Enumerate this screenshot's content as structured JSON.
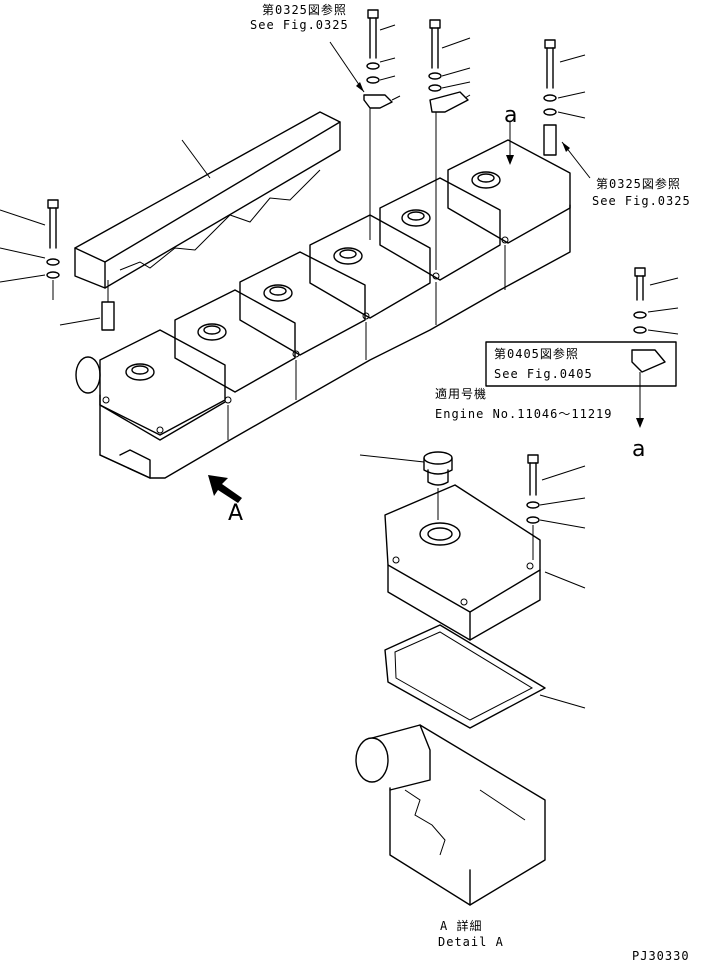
{
  "callouts": {
    "top_ref_jp": "第0325図参照",
    "top_ref_en": "See Fig.0325",
    "right_ref_jp": "第0325図参照",
    "right_ref_en": "See Fig.0325",
    "box_ref_jp": "第0405図参照",
    "box_ref_en": "See Fig.0405",
    "engine_jp": "適用号機",
    "engine_en": "Engine No.11046～11219",
    "marker_a": "a",
    "view_a": "A",
    "detail_jp": "A 詳細",
    "detail_en": "Detail A",
    "drawing_no": "PJ30330"
  }
}
